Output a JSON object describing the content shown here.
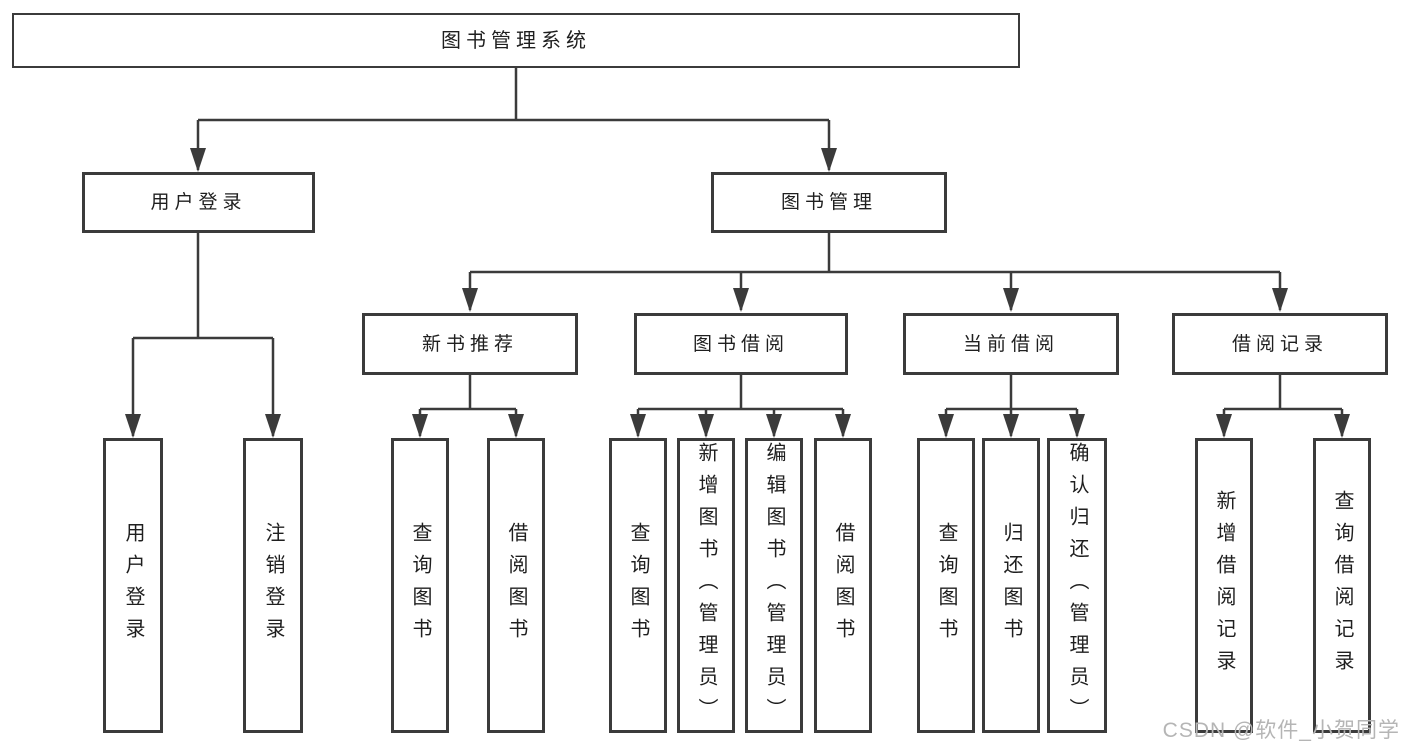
{
  "diagram": {
    "root": {
      "label": "图书管理系统"
    },
    "level2": {
      "user_login": {
        "label": "用户登录"
      },
      "book_management": {
        "label": "图书管理"
      }
    },
    "level3": {
      "new_books": {
        "label": "新书推荐"
      },
      "book_borrowing": {
        "label": "图书借阅"
      },
      "current_borrowing": {
        "label": "当前借阅"
      },
      "borrowing_records": {
        "label": "借阅记录"
      }
    },
    "leaves": {
      "user_login": [
        "用户登录",
        "注销登录"
      ],
      "new_books": [
        "查询图书",
        "借阅图书"
      ],
      "book_borrowing": [
        "查询图书",
        "新增图书（管理员）",
        "编辑图书（管理员）",
        "借阅图书"
      ],
      "current_borrowing": [
        "查询图书",
        "归还图书",
        "确认归还（管理员）"
      ],
      "borrowing_records": [
        "新增借阅记录",
        "查询借阅记录"
      ]
    }
  },
  "watermark": {
    "label": "CSDN @软件_小贺同学"
  },
  "colors": {
    "line": "#3b3b3b",
    "text": "#1f1f1f",
    "background": "#ffffff",
    "watermark": "#b5b5b5"
  }
}
